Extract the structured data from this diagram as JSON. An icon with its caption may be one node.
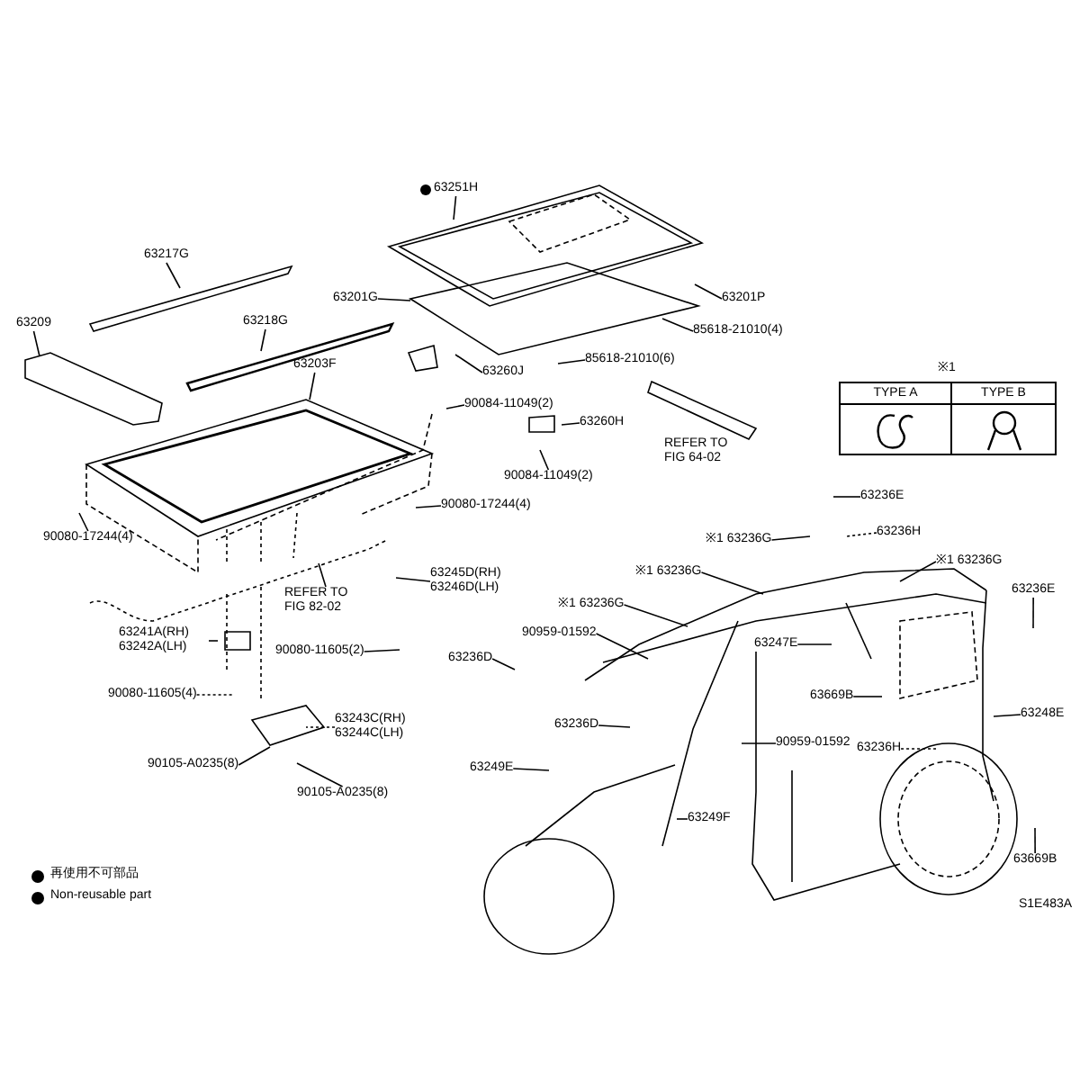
{
  "diagram": {
    "nodes": [
      {
        "text": [
          "63251H"
        ]
      },
      {
        "text": [
          "63217G"
        ]
      },
      {
        "text": [
          "63209"
        ]
      },
      {
        "text": [
          "63218G"
        ]
      },
      {
        "text": [
          "63201G"
        ]
      },
      {
        "text": [
          "63201P"
        ]
      },
      {
        "text": [
          "85618-21010(4)"
        ]
      },
      {
        "text": [
          "85618-21010(6)"
        ]
      },
      {
        "text": [
          "63203F"
        ]
      },
      {
        "text": [
          "63260J"
        ]
      },
      {
        "text": [
          "90084-11049(2)"
        ]
      },
      {
        "text": [
          "63260H"
        ]
      },
      {
        "text": [
          "90084-11049(2)"
        ]
      },
      {
        "text": [
          "REFER TO FIG 64-02"
        ]
      },
      {
        "text": [
          "90080-17244(4)"
        ]
      },
      {
        "text": [
          "90080-17244(4)"
        ]
      },
      {
        "text": [
          "REFER TO FIG 82-02"
        ]
      },
      {
        "text": [
          "63245D(RH) 63246D(LH)"
        ]
      },
      {
        "text": [
          "63241A(RH) 63242A(LH)"
        ]
      },
      {
        "text": [
          "90080-11605(2)"
        ]
      },
      {
        "text": [
          "90080-11605(4)"
        ]
      },
      {
        "text": [
          "63243C(RH) 63244C(LH)"
        ]
      },
      {
        "text": [
          "90105-A0235(8)"
        ]
      },
      {
        "text": [
          "90105-A0235(8)"
        ]
      },
      {
        "text": [
          "63236D"
        ]
      },
      {
        "text": [
          "63236E"
        ]
      },
      {
        "text": [
          "※1 63236G"
        ]
      },
      {
        "text": [
          "63236H"
        ]
      },
      {
        "text": [
          "※1 63236G"
        ]
      },
      {
        "text": [
          "※1 63236G"
        ]
      },
      {
        "text": [
          "※1 63236G"
        ]
      },
      {
        "text": [
          "90959-01592"
        ]
      },
      {
        "text": [
          "63236E"
        ]
      },
      {
        "text": [
          "63247E"
        ]
      },
      {
        "text": [
          "63669B"
        ]
      },
      {
        "text": [
          "63236D"
        ]
      },
      {
        "text": [
          "90959-01592"
        ]
      },
      {
        "text": [
          "63236H"
        ]
      },
      {
        "text": [
          "63248E"
        ]
      },
      {
        "text": [
          "63249E"
        ]
      },
      {
        "text": [
          "63249F"
        ]
      },
      {
        "text": [
          "63669B"
        ]
      }
    ],
    "edges": [
      {
        "from": 0,
        "to": null,
        "arrow": "none"
      },
      {
        "from": 1,
        "to": null,
        "arrow": "none"
      },
      {
        "from": 2,
        "to": null,
        "arrow": "none"
      },
      {
        "from": 3,
        "to": null,
        "arrow": "none"
      },
      {
        "from": 4,
        "to": null,
        "arrow": "none"
      },
      {
        "from": 5,
        "to": null,
        "arrow": "none"
      },
      {
        "from": 6,
        "to": null,
        "arrow": "none"
      },
      {
        "from": 7,
        "to": null,
        "arrow": "none"
      },
      {
        "from": 8,
        "to": null,
        "arrow": "none"
      },
      {
        "from": 9,
        "to": null,
        "arrow": "none"
      },
      {
        "from": 10,
        "to": null,
        "arrow": "none"
      },
      {
        "from": 11,
        "to": null,
        "arrow": "none"
      },
      {
        "from": 12,
        "to": null,
        "arrow": "none"
      },
      {
        "from": 14,
        "to": null,
        "arrow": "none"
      },
      {
        "from": 15,
        "to": null,
        "arrow": "none"
      },
      {
        "from": 16,
        "to": null,
        "arrow": "none"
      },
      {
        "from": 17,
        "to": null,
        "arrow": "none"
      },
      {
        "from": 18,
        "to": null,
        "arrow": "none"
      },
      {
        "from": 19,
        "to": null,
        "arrow": "none"
      },
      {
        "from": 20,
        "to": null,
        "arrow": "none",
        "style": "dashed"
      },
      {
        "from": 21,
        "to": null,
        "arrow": "none",
        "style": "dashed"
      },
      {
        "from": 22,
        "to": null,
        "arrow": "none"
      },
      {
        "from": 23,
        "to": null,
        "arrow": "none"
      },
      {
        "from": 24,
        "to": null,
        "arrow": "none"
      },
      {
        "from": 25,
        "to": null,
        "arrow": "none"
      },
      {
        "from": 26,
        "to": null,
        "arrow": "none"
      },
      {
        "from": 27,
        "to": null,
        "arrow": "none",
        "style": "dashed"
      },
      {
        "from": 28,
        "to": null,
        "arrow": "none"
      },
      {
        "from": 29,
        "to": null,
        "arrow": "none"
      },
      {
        "from": 30,
        "to": null,
        "arrow": "none"
      },
      {
        "from": 31,
        "to": null,
        "arrow": "none"
      },
      {
        "from": 32,
        "to": null,
        "arrow": "none"
      },
      {
        "from": 33,
        "to": null,
        "arrow": "none"
      },
      {
        "from": 34,
        "to": null,
        "arrow": "none"
      },
      {
        "from": 35,
        "to": null,
        "arrow": "none"
      },
      {
        "from": 36,
        "to": null,
        "arrow": "none"
      },
      {
        "from": 37,
        "to": null,
        "arrow": "none",
        "style": "dashed"
      },
      {
        "from": 38,
        "to": null,
        "arrow": "none"
      },
      {
        "from": 39,
        "to": null,
        "arrow": "none"
      },
      {
        "from": 40,
        "to": null,
        "arrow": "none"
      },
      {
        "from": 41,
        "to": null,
        "arrow": "none"
      }
    ],
    "labels": [
      "※1",
      "TYPE A",
      "TYPE B",
      "S1E483A"
    ],
    "legend": [
      {
        "text": "再使用不可部品",
        "color": "#000000"
      },
      {
        "text": "Non-reusable part",
        "color": "#000000"
      }
    ]
  }
}
